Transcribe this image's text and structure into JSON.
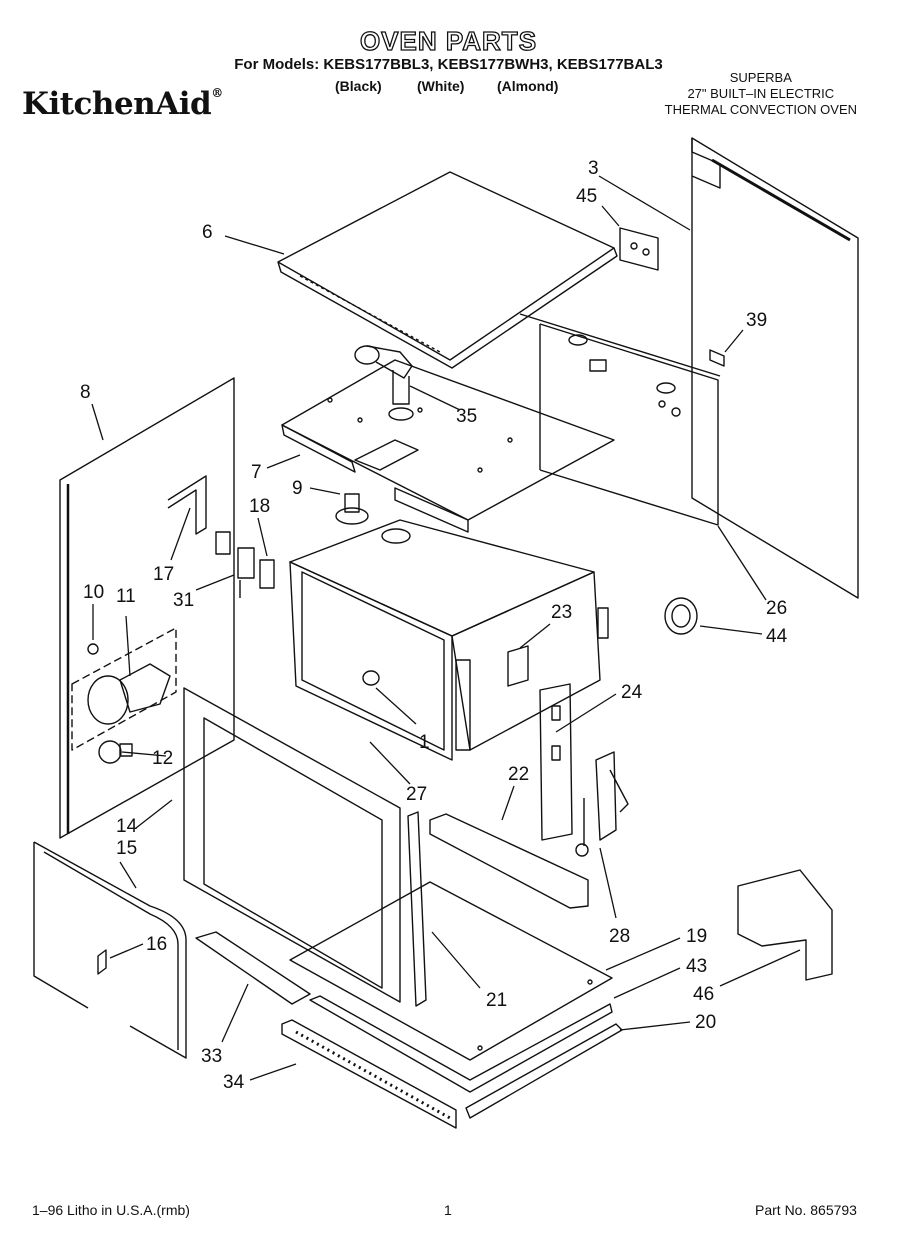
{
  "header": {
    "title": "OVEN PARTS",
    "models_line": "For Models: KEBS177BBL3, KEBS177BWH3, KEBS177BAL3",
    "color_black": "(Black)",
    "color_white": "(White)",
    "color_almond": "(Almond)",
    "brand": "KitchenAid",
    "brand_mark": "®",
    "series": "SUPERBA",
    "product_line1": "27\" BUILT–IN ELECTRIC",
    "product_line2": "THERMAL CONVECTION OVEN"
  },
  "part_labels": [
    "1",
    "3",
    "6",
    "7",
    "8",
    "9",
    "10",
    "11",
    "12",
    "14",
    "15",
    "16",
    "17",
    "18",
    "19",
    "20",
    "21",
    "22",
    "23",
    "24",
    "26",
    "27",
    "28",
    "31",
    "33",
    "34",
    "35",
    "39",
    "43",
    "44",
    "45",
    "46"
  ],
  "footer": {
    "print_info": "1–96 Litho in U.S.A.(rmb)",
    "page_number": "1",
    "part_number": "Part No. 865793"
  }
}
